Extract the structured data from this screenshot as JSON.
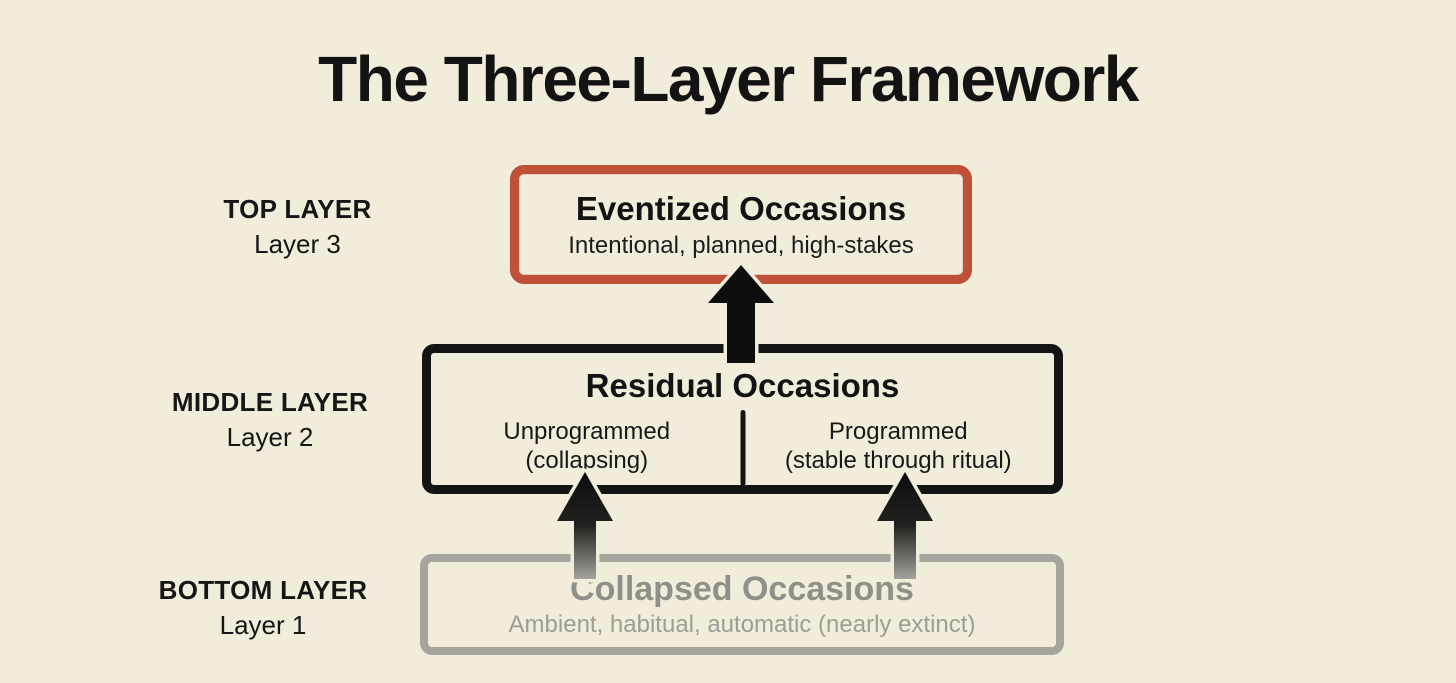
{
  "title": "The Three-Layer Framework",
  "colors": {
    "background": "#f2eddb",
    "accent_red": "#bf5138",
    "ink_black": "#141414",
    "muted_gray": "#a5a49d"
  },
  "layers": {
    "top": {
      "side_label": "TOP LAYER",
      "side_sublabel": "Layer 3",
      "box_title": "Eventized Occasions",
      "box_subtitle": "Intentional, planned, high-stakes"
    },
    "middle": {
      "side_label": "MIDDLE LAYER",
      "side_sublabel": "Layer 2",
      "box_title": "Residual Occasions",
      "left_column": {
        "line1": "Unprogrammed",
        "line2": "(collapsing)"
      },
      "right_column": {
        "line1": "Programmed",
        "line2": "(stable through ritual)"
      }
    },
    "bottom": {
      "side_label": "BOTTOM LAYER",
      "side_sublabel": "Layer 1",
      "box_title": "Collapsed Occasions",
      "box_subtitle": "Ambient, habitual, automatic (nearly extinct)"
    }
  },
  "arrows": {
    "center": "up-arrow from middle layer to top layer",
    "left": "up-arrow from bottom layer to middle layer (unprogrammed)",
    "right": "up-arrow from bottom layer to middle layer (programmed)"
  }
}
